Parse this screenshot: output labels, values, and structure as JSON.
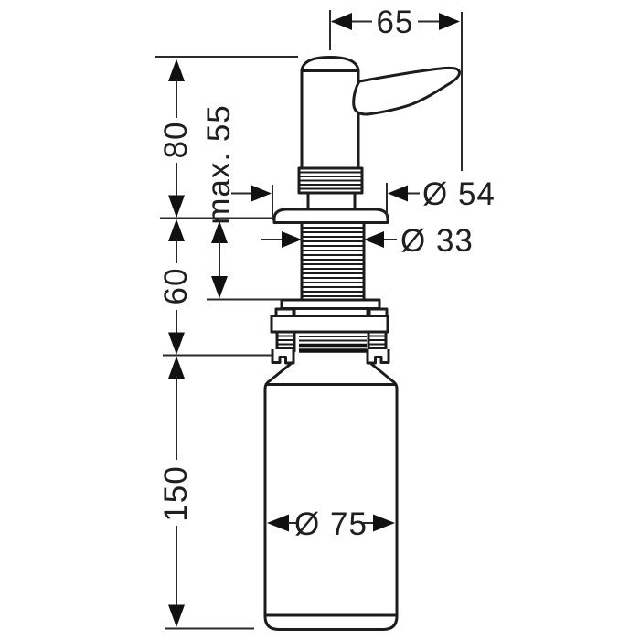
{
  "drawing": {
    "background": "#ffffff",
    "line_color": "#1c1c1c",
    "labels": {
      "spout_reach": "65",
      "height_above_deck": "80",
      "max_deck_thickness": "max. 55",
      "escutcheon_diameter": "Ø 54",
      "shaft_diameter": "Ø 33",
      "height_below_deck": "60",
      "bottle_height": "150",
      "bottle_diameter": "Ø 75"
    }
  }
}
